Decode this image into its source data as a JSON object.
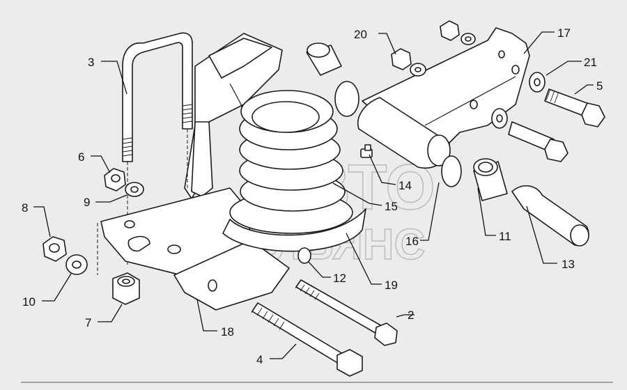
{
  "diagram": {
    "watermark_line1": "АВТО",
    "watermark_line2": "АЛЬЯНС",
    "callouts": {
      "c2": "2",
      "c3": "3",
      "c4": "4",
      "c5": "5",
      "c6": "6",
      "c7": "7",
      "c8": "8",
      "c9": "9",
      "c10": "10",
      "c11": "11",
      "c12": "12",
      "c13": "13",
      "c14": "14",
      "c15": "15",
      "c16": "16",
      "c17": "17",
      "c18": "18",
      "c19": "19",
      "c20": "20",
      "c21": "21"
    }
  }
}
